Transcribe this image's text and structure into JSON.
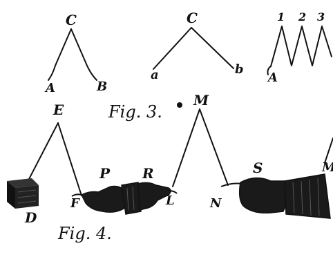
{
  "figures": {
    "fig3": {
      "caption": "Fig. 3.",
      "triangle_left": {
        "apex": "C",
        "left": "A",
        "right": "B"
      },
      "triangle_middle": {
        "apex": "C",
        "left": "a",
        "right": "b"
      },
      "zigzag": {
        "peaks": [
          "1",
          "2",
          "3"
        ],
        "start": "A"
      }
    },
    "fig4": {
      "caption": "Fig. 4.",
      "left_triangle": {
        "apex": "E",
        "left_end": "D",
        "right_end": "F"
      },
      "right_triangle": {
        "apex": "M",
        "left_end": "L",
        "right_end": "N"
      },
      "hand_labels": {
        "p": "P",
        "r": "R",
        "s": "S"
      },
      "edge_label": "M"
    }
  }
}
